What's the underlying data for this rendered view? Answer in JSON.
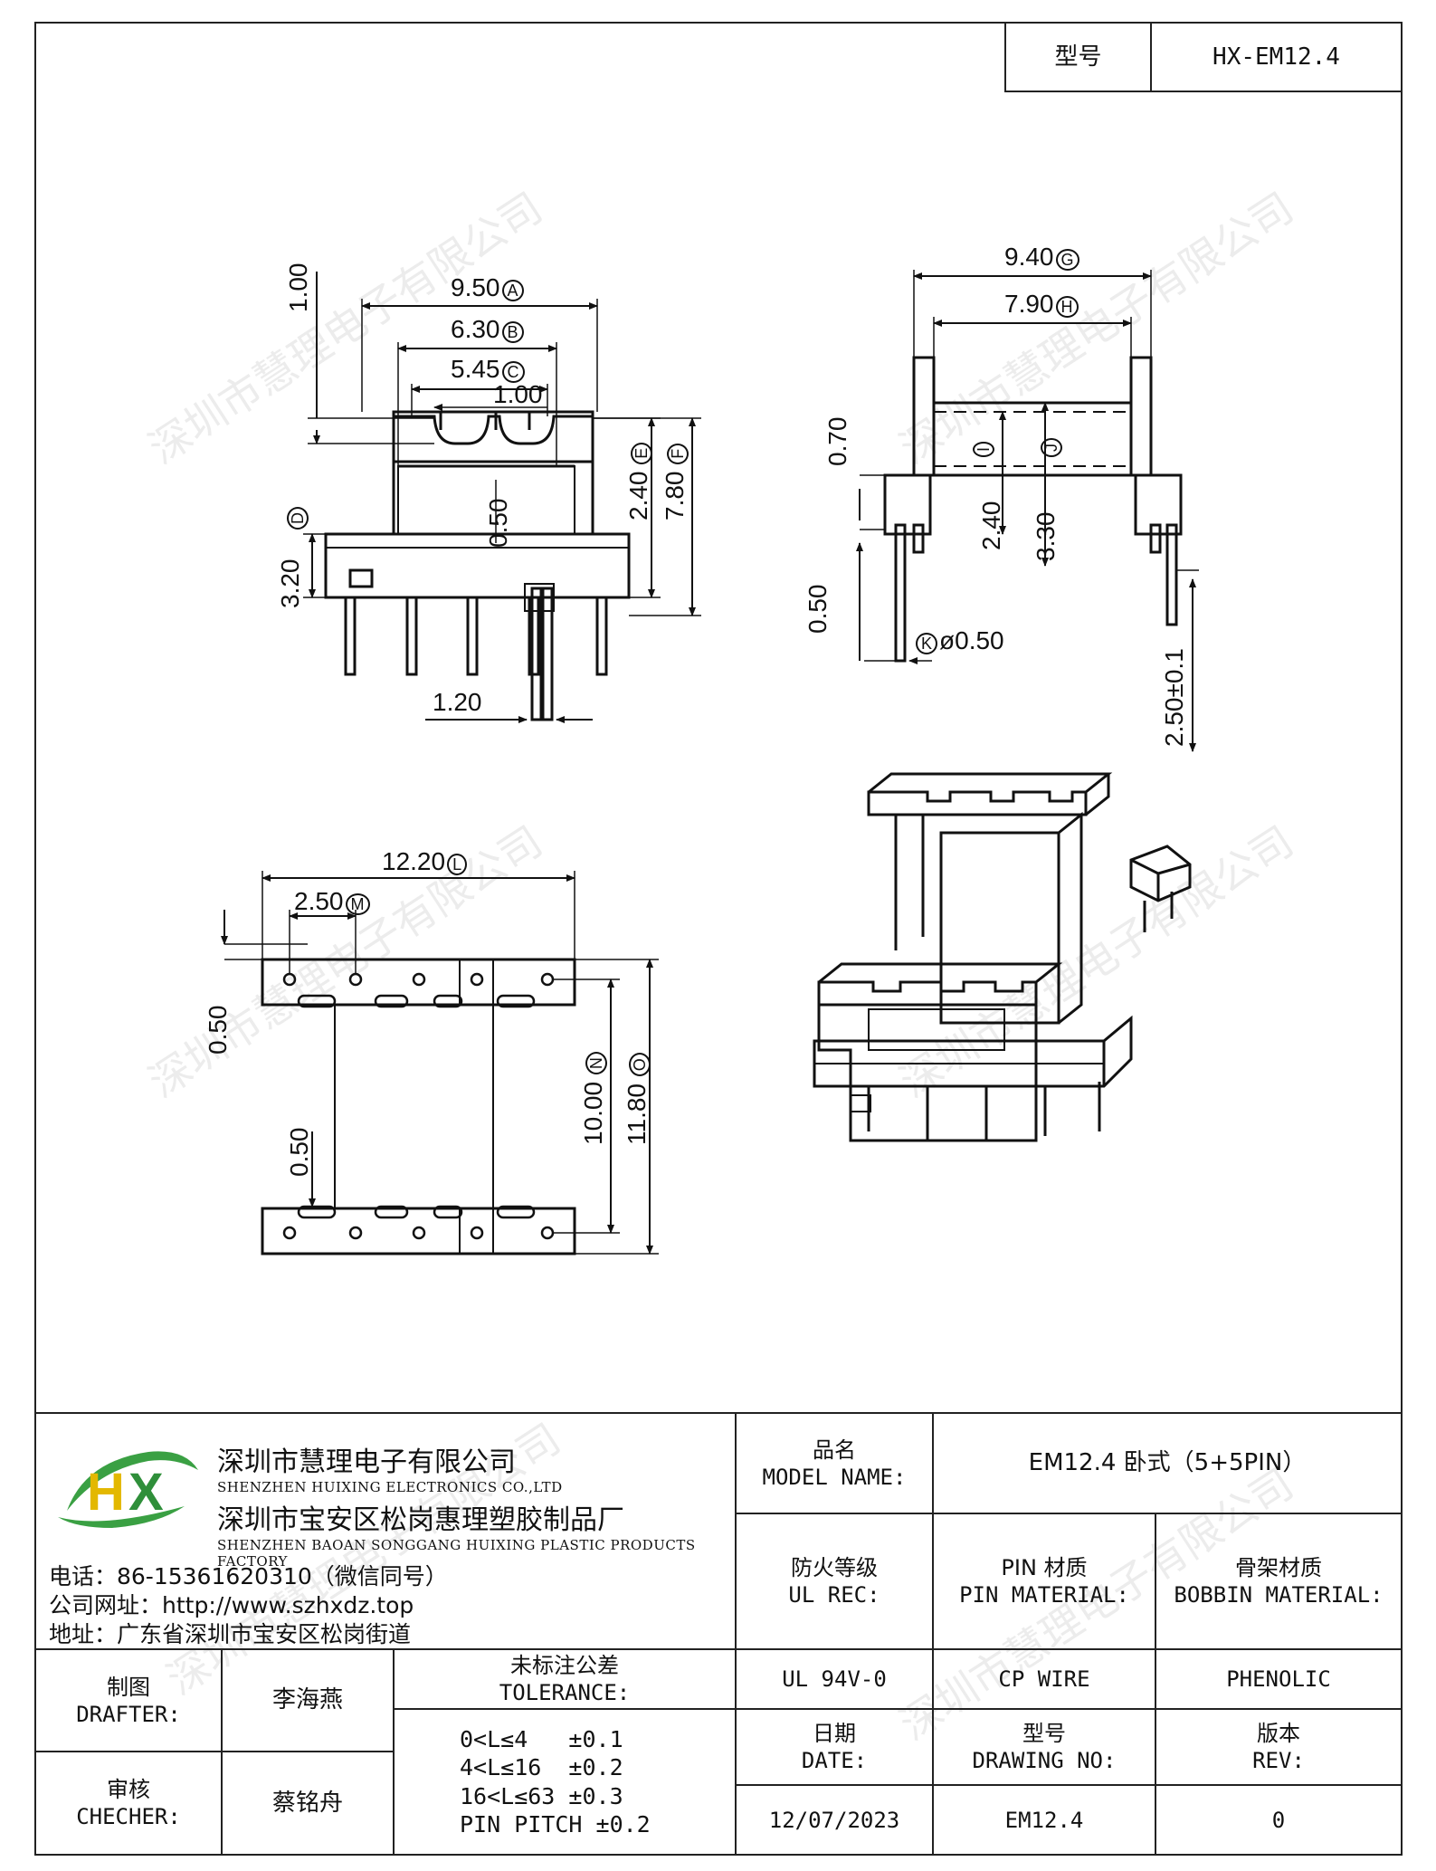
{
  "header": {
    "model_label": "型号",
    "model_value": "HX-EM12.4"
  },
  "watermark": "深圳市慧理电子有限公司",
  "dimensions": {
    "front": {
      "a": "9.50",
      "b": "6.30",
      "c": "5.45",
      "slot": "1.00",
      "top": "1.00",
      "wall": "0.50",
      "e": "2.40",
      "f": "7.80",
      "d": "3.20",
      "pitch": "1.20",
      "tag_a": "A",
      "tag_b": "B",
      "tag_c": "C",
      "tag_d": "D",
      "tag_e": "E",
      "tag_f": "F"
    },
    "side": {
      "g": "9.40",
      "h": "7.90",
      "flange": "0.70",
      "i": "2.40",
      "j": "3.30",
      "pin_len": "0.50",
      "pin_dia": "ø0.50",
      "pin_ext": "2.50±0.1",
      "tag_g": "G",
      "tag_h": "H",
      "tag_i": "I",
      "tag_j": "J",
      "tag_k": "K"
    },
    "bottom": {
      "l": "12.20",
      "m": "2.50",
      "gap": "0.50",
      "wall": "0.50",
      "n": "10.00",
      "o": "11.80",
      "tag_l": "L",
      "tag_m": "M",
      "tag_n": "N",
      "tag_o": "O"
    }
  },
  "company": {
    "logo_text": "HX",
    "name_cn": "深圳市慧理电子有限公司",
    "name_en": "SHENZHEN HUIXING ELECTRONICS CO.,LTD",
    "factory_cn": "深圳市宝安区松岗惠理塑胶制品厂",
    "factory_en": "SHENZHEN BAOAN SONGGANG HUIXING PLASTIC PRODUCTS FACTORY",
    "phone": "电话：86-15361620310（微信同号）",
    "website": "公司网址：http://www.szhxdz.top",
    "address": "地址：广东省深圳市宝安区松岗街道"
  },
  "title_block": {
    "model_name_cn": "品名",
    "model_name_en": "MODEL NAME:",
    "model_name_value": "EM12.4 卧式（5+5PIN）",
    "fire_cn": "防火等级",
    "fire_en": "UL REC:",
    "pin_cn": "PIN 材质",
    "pin_en": "PIN MATERIAL:",
    "bobbin_cn": "骨架材质",
    "bobbin_en": "BOBBIN MATERIAL:",
    "fire_value": "UL 94V-0",
    "pin_value": "CP WIRE",
    "bobbin_value": "PHENOLIC",
    "drafter_cn": "制图",
    "drafter_en": "DRAFTER:",
    "drafter_name": "李海燕",
    "checker_cn": "审核",
    "checker_en": "CHECHER:",
    "checker_name": "蔡铭舟",
    "tolerance_cn": "未标注公差",
    "tolerance_en": "TOLERANCE:",
    "tolerances": [
      "0<L≤4   ±0.1",
      "4<L≤16  ±0.2",
      "16<L≤63 ±0.3",
      "PIN PITCH ±0.2"
    ],
    "date_cn": "日期",
    "date_en": "DATE:",
    "date_value": "12/07/2023",
    "drawing_cn": "型号",
    "drawing_en": "DRAWING NO:",
    "drawing_value": "EM12.4",
    "rev_cn": "版本",
    "rev_en": "REV:",
    "rev_value": "0"
  }
}
